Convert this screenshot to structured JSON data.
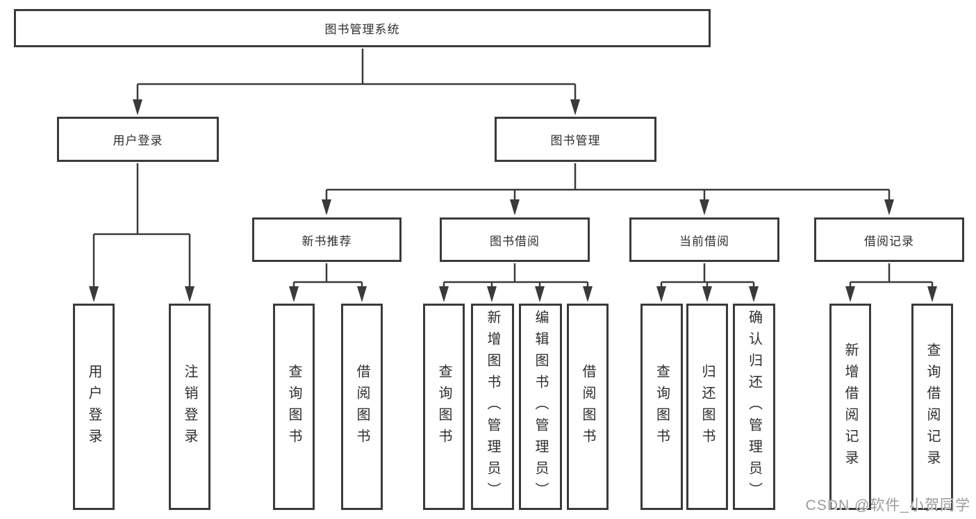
{
  "diagram_type": "hierarchy",
  "colors": {
    "line": "#3a3a3a",
    "box_border": "#3a3a3a",
    "box_fill": "#ffffff",
    "text": "#2e2e2e",
    "watermark_text": "#9b9b9b",
    "background": "#ffffff"
  },
  "tree": {
    "root_label": "图书管理系统",
    "children": [
      {
        "label": "用户登录",
        "children": [
          "用户登录",
          "注销登录"
        ]
      },
      {
        "label": "图书管理",
        "children": [
          {
            "label": "新书推荐",
            "children": [
              "查询图书",
              "借阅图书"
            ]
          },
          {
            "label": "图书借阅",
            "children": [
              "查询图书",
              "新增图书（管理员）",
              "编辑图书（管理员）",
              "借阅图书"
            ]
          },
          {
            "label": "当前借阅",
            "children": [
              "查询图书",
              "归还图书",
              "确认归还（管理员）"
            ]
          },
          {
            "label": "借阅记录",
            "children": [
              "新增借阅记录",
              "查询借阅记录"
            ]
          }
        ]
      }
    ]
  },
  "watermark": {
    "text": "CSDN @软件_小贺同学"
  }
}
